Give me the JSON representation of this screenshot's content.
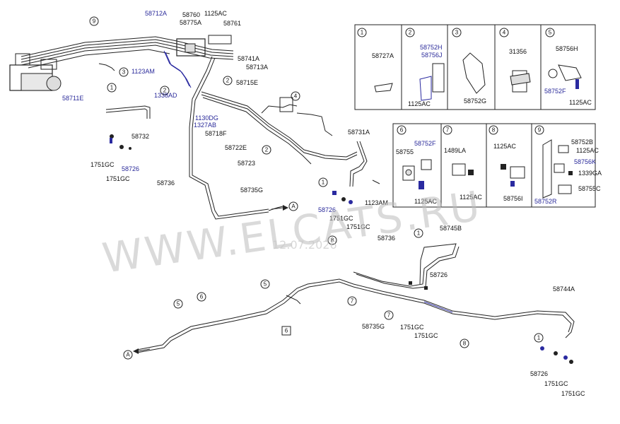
{
  "labels": {
    "l58712A": "58712A",
    "l58760": "58760",
    "l1125AC_top": "1125AC",
    "l58775A": "58775A",
    "l58761": "58761",
    "l58741A": "58741A",
    "l58713A": "58713A",
    "l1123AM": "1123AM",
    "l1338AD": "1338AD",
    "l58711E": "58711E",
    "l58715E": "58715E",
    "l1130DG": "1130DG",
    "l1327AB": "1327AB",
    "l58718F": "58718F",
    "l58722E": "58722E",
    "l58723": "58723",
    "l58732": "58732",
    "l1751GC_a": "1751GC",
    "l58726_a": "58726",
    "l1751GC_b": "1751GC",
    "l58736_a": "58736",
    "l58735G_a": "58735G",
    "l58731A": "58731A",
    "l58726_b": "58726",
    "l1751GC_c": "1751GC",
    "l1751GC_d": "1751GC",
    "l1123AM_b": "1123AM",
    "l58736_b": "58736",
    "l58745B": "58745B",
    "l58726_c": "58726",
    "l58735G_b": "58735G",
    "l1751GC_e": "1751GC",
    "l1751GC_f": "1751GC",
    "l58744A": "58744A",
    "l58726_d": "58726",
    "l1751GC_g": "1751GC",
    "l1751GC_h": "1751GC"
  },
  "detail_boxes": {
    "b1": {
      "num": "1",
      "parts": [
        "58727A"
      ]
    },
    "b2": {
      "num": "2",
      "parts": [
        "58752H",
        "58756J",
        "1125AC"
      ]
    },
    "b3": {
      "num": "3",
      "parts": [
        "58752G"
      ]
    },
    "b4": {
      "num": "4",
      "parts": [
        "31356"
      ]
    },
    "b5": {
      "num": "5",
      "parts": [
        "58756H",
        "58752F",
        "1125AC"
      ]
    },
    "b6": {
      "num": "6",
      "parts": [
        "58752F",
        "58755",
        "1125AC"
      ]
    },
    "b7": {
      "num": "7",
      "parts": [
        "1489LA",
        "1125AC"
      ]
    },
    "b8": {
      "num": "8",
      "parts": [
        "1125AC",
        "58756I"
      ]
    },
    "b9": {
      "num": "9",
      "parts": [
        "58752B",
        "1125AC",
        "58756K",
        "1339GA",
        "58755C",
        "58752R"
      ]
    }
  },
  "callouts": {
    "c9": "9",
    "c3a": "3",
    "c1a": "1",
    "c2a": "2",
    "c4a": "4",
    "c2b": "2",
    "c1b": "1",
    "c8": "8",
    "c1c": "1",
    "c6": "6",
    "c5a": "5",
    "c5b": "5",
    "c6b": "6",
    "c7a": "7",
    "c7b": "7",
    "c8b": "8",
    "c1d": "1",
    "cA1": "A",
    "cA2": "A"
  },
  "watermark": {
    "text": "WWW.ELCATS.RU",
    "date": "12.07.2026"
  },
  "colors": {
    "ink": "#222222",
    "blue": "#2a2aa0",
    "watermark": "#bdbdbd"
  }
}
